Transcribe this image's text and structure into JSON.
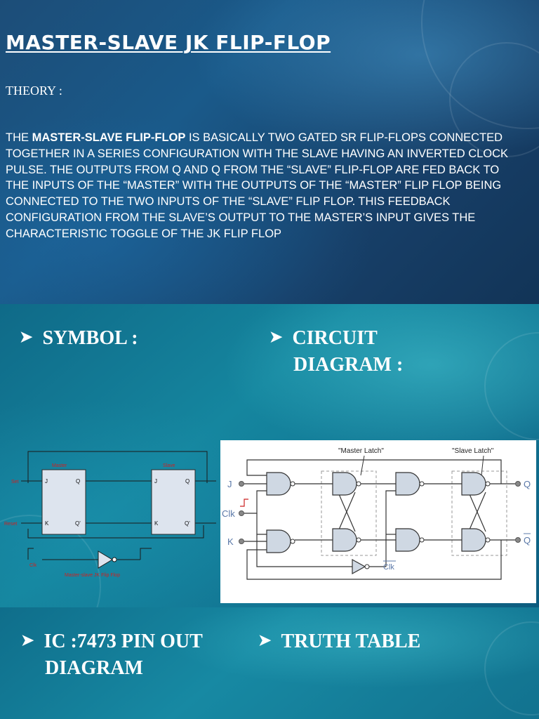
{
  "slide1": {
    "title": "MASTER-SLAVE JK FLIP-FLOP",
    "theory_label": "THEORY :",
    "body_prefix": "THE ",
    "body_bold": "MASTER-SLAVE FLIP-FLOP",
    "body_rest": " IS BASICALLY TWO GATED SR FLIP-FLOPS CONNECTED TOGETHER IN A SERIES CONFIGURATION WITH THE SLAVE HAVING AN INVERTED CLOCK PULSE. THE OUTPUTS FROM Q AND Q FROM THE “SLAVE” FLIP-FLOP ARE FED BACK TO THE INPUTS OF THE “MASTER” WITH THE OUTPUTS OF THE “MASTER” FLIP FLOP BEING CONNECTED TO THE TWO INPUTS OF THE “SLAVE” FLIP FLOP. THIS FEEDBACK CONFIGURATION FROM THE SLAVE’S OUTPUT TO THE MASTER’S INPUT GIVES THE CHARACTERISTIC TOGGLE OF THE JK FLIP FLOP"
  },
  "slide2": {
    "bullet_symbol": "SYMBOL :",
    "bullet_circuit_line1": "CIRCUIT",
    "bullet_circuit_line2": "DIAGRAM :",
    "symbol_diagram": {
      "master_label": "Master",
      "slave_label": "Slave",
      "set_label": "Set",
      "reset_label": "Reset",
      "clk_label": "Clk",
      "caption": "Master-slave JK Flip Flop",
      "pin_j": "J",
      "pin_k": "K",
      "pin_q": "Q",
      "pin_qbar": "Q'"
    },
    "circuit_diagram": {
      "master_latch_label": "\"Master Latch\"",
      "slave_latch_label": "\"Slave Latch\"",
      "input_j": "J",
      "input_clk": "Clk",
      "input_k": "K",
      "output_q": "Q",
      "output_qbar": "Q",
      "clk_bar": "Clk"
    }
  },
  "slide3": {
    "bullet_ic_line1": "IC :7473 PIN OUT",
    "bullet_ic_line2": "DIAGRAM",
    "bullet_truth": "TRUTH TABLE"
  },
  "colors": {
    "slide1_bg": "#1a4f7c",
    "slide2_bg": "#1283a0",
    "symbol_red_labels": "#cc2222",
    "gate_fill": "#cfd8e3"
  },
  "icons": [
    "arrow-bullet-icon"
  ]
}
